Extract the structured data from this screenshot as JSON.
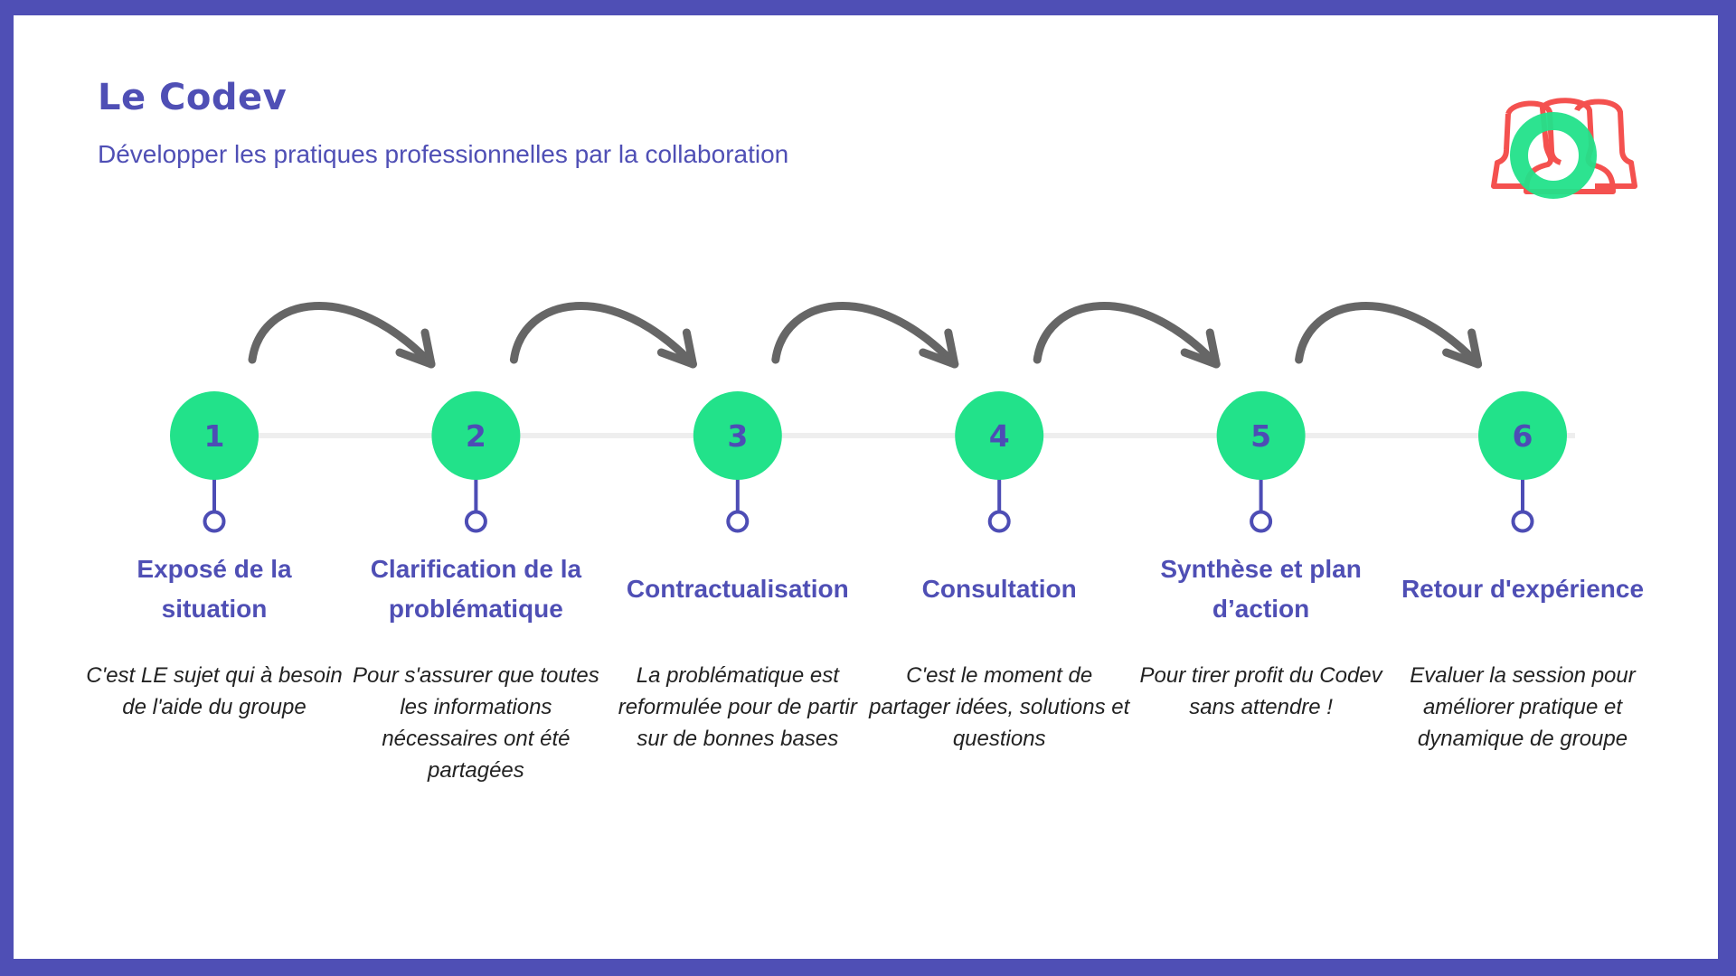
{
  "header": {
    "title": "Le Codev",
    "subtitle": "Développer les pratiques professionnelles par la collaboration",
    "icon": "team-people-icon"
  },
  "colors": {
    "frame": "#4f4fb5",
    "accent_text": "#4f4fb5",
    "step_circle": "#22e28a",
    "step_number": "#4d4db5",
    "arrow": "#666666",
    "connector_line": "#eeeeee",
    "description_text": "#222222",
    "icon_red": "#f4514f",
    "icon_green": "#22e28a"
  },
  "steps": [
    {
      "number": "1",
      "title": "Exposé de la situation",
      "description": "C'est LE sujet qui à besoin de l'aide du groupe"
    },
    {
      "number": "2",
      "title": "Clarification de la problématique",
      "description": "Pour s'assurer que toutes les informations nécessaires ont été partagées"
    },
    {
      "number": "3",
      "title": "Contractualisation",
      "description": "La problématique est reformulée pour de partir sur de bonnes bases"
    },
    {
      "number": "4",
      "title": "Consultation",
      "description": "C'est le moment de partager idées, solutions et questions"
    },
    {
      "number": "5",
      "title": "Synthèse et plan d’action",
      "description": "Pour tirer profit du Codev sans attendre !"
    },
    {
      "number": "6",
      "title": "Retour d'expérience",
      "description": "Evaluer la session pour améliorer pratique et dynamique de groupe"
    }
  ]
}
